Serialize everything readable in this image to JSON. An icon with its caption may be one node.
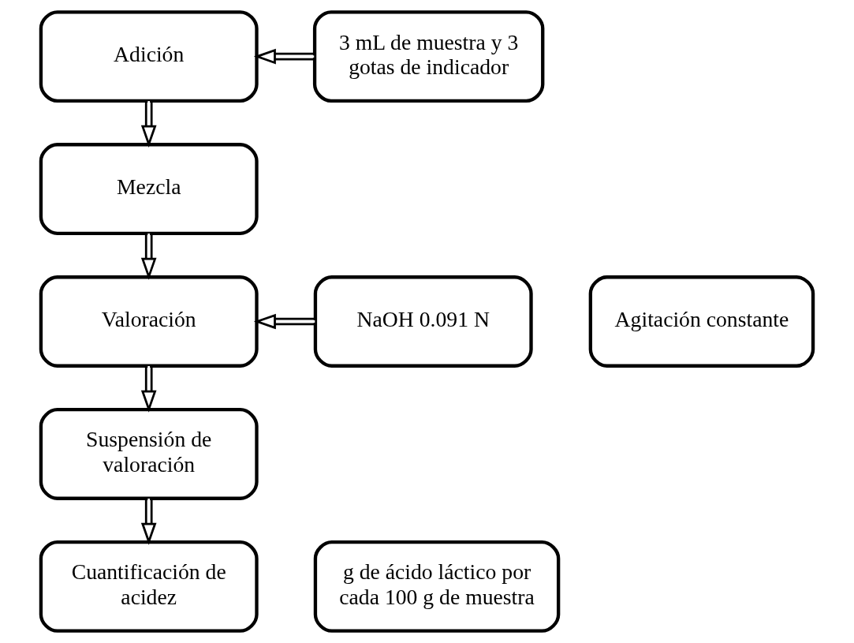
{
  "diagram": {
    "nodes": [
      {
        "text": [
          "Adición"
        ]
      },
      {
        "text": [
          "3 mL de muestra y 3 gotas de indicador"
        ]
      },
      {
        "text": [
          "Mezcla"
        ]
      },
      {
        "text": [
          "Agitación constante"
        ]
      },
      {
        "text": [
          "Valoración"
        ]
      },
      {
        "text": [
          "NaOH 0.091 N"
        ]
      },
      {
        "text": [
          "Suspensión de valoración"
        ]
      },
      {
        "text": [
          "g de ácido láctico por cada 100 g de muestra"
        ]
      },
      {
        "text": [
          "Cuantificación de acidez"
        ]
      }
    ],
    "edges": [
      {
        "from": 1,
        "to": 0,
        "arrow": "to"
      },
      {
        "from": 0,
        "to": 2,
        "arrow": "to"
      },
      {
        "from": 2,
        "to": 4,
        "arrow": "to"
      },
      {
        "from": 5,
        "to": 4,
        "arrow": "to"
      },
      {
        "from": 4,
        "to": 6,
        "arrow": "to"
      },
      {
        "from": 6,
        "to": 8,
        "arrow": "to"
      }
    ]
  }
}
